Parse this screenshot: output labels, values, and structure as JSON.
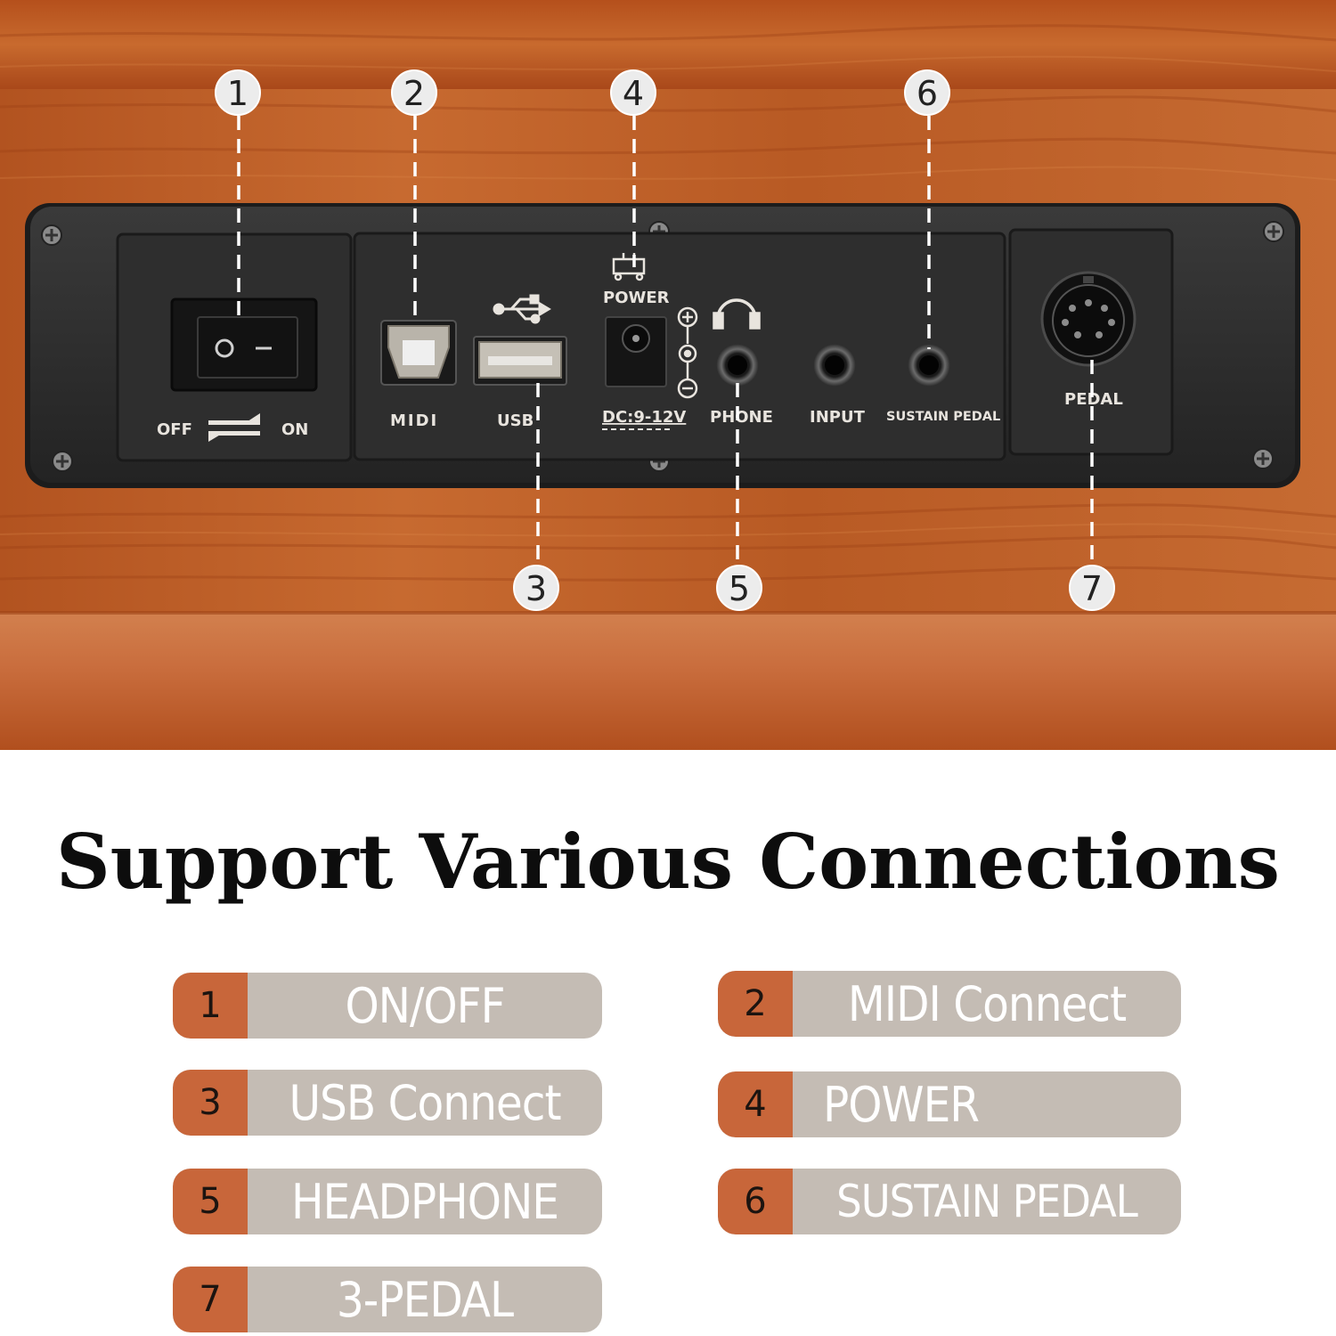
{
  "title": "Support Various Connections",
  "panel": {
    "switch_off": "OFF",
    "switch_on": "ON",
    "midi": "MIDI",
    "usb": "USB",
    "power": "POWER",
    "dc": "DC:9-12V",
    "phone": "PHONE",
    "input": "INPUT",
    "sustain_pedal": "SUSTAIN PEDAL",
    "pedal": "PEDAL"
  },
  "callouts": [
    "1",
    "2",
    "3",
    "4",
    "5",
    "6",
    "7"
  ],
  "legend": [
    {
      "num": "1",
      "label": "ON/OFF"
    },
    {
      "num": "2",
      "label": "MIDI Connect"
    },
    {
      "num": "3",
      "label": "USB Connect"
    },
    {
      "num": "4",
      "label": "POWER"
    },
    {
      "num": "5",
      "label": "HEADPHONE"
    },
    {
      "num": "6",
      "label": "SUSTAIN PEDAL"
    },
    {
      "num": "7",
      "label": "3-PEDAL"
    }
  ],
  "colors": {
    "accent": "#c8663a",
    "pill": "#c4bcb4",
    "wood": "#b8561f",
    "panel": "#2b2b2b"
  },
  "icons": [
    "usb-icon",
    "power-plug-icon",
    "headphone-icon",
    "polarity-icon",
    "switch-arrows-icon"
  ]
}
